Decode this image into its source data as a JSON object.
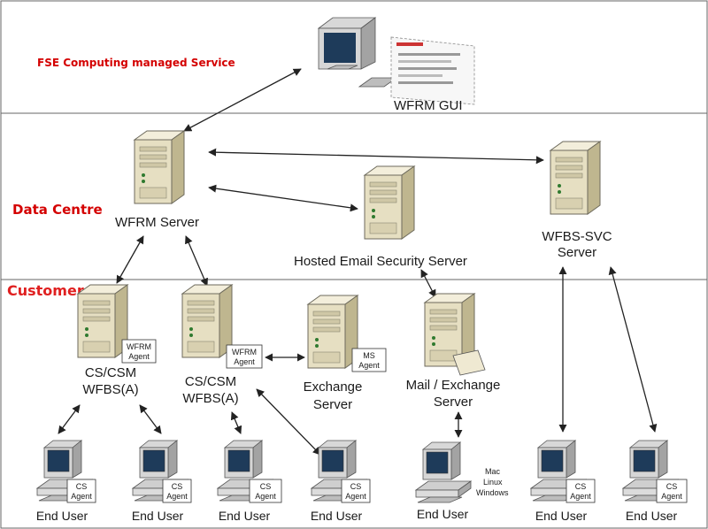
{
  "zones": {
    "managed": {
      "title": "FSE Computing managed Service",
      "color": "#d40000"
    },
    "datacentre": {
      "title": "Data Centre",
      "color": "#d40000"
    },
    "customer": {
      "title": "Customer",
      "color": "#e02020"
    }
  },
  "nodes": {
    "wfrm_gui": {
      "label": "WFRM GUI"
    },
    "wfrm_server": {
      "label": "WFRM Server"
    },
    "hosted_email": {
      "label": "Hosted Email Security Server"
    },
    "wfbs_svc": {
      "line1": "WFBS-SVC",
      "line2": "Server"
    },
    "cs1": {
      "line1": "CS/CSM",
      "line2": "WFBS(A)",
      "agent1": "WFRM",
      "agent2": "Agent"
    },
    "cs2": {
      "line1": "CS/CSM",
      "line2": "WFBS(A)",
      "agent1": "WFRM",
      "agent2": "Agent"
    },
    "exchange": {
      "line1": "Exchange",
      "line2": "Server",
      "agent1": "MS",
      "agent2": "Agent"
    },
    "mail_exchange": {
      "line1": "Mail / Exchange",
      "line2": "Server"
    }
  },
  "end_users": {
    "label": "End User",
    "agent1": "CS",
    "agent2": "Agent",
    "os_list": [
      "Mac",
      "Linux",
      "Windows"
    ]
  },
  "colors": {
    "line": "#222222",
    "server_face": "#e9e2c6",
    "server_side": "#c9bf98"
  }
}
